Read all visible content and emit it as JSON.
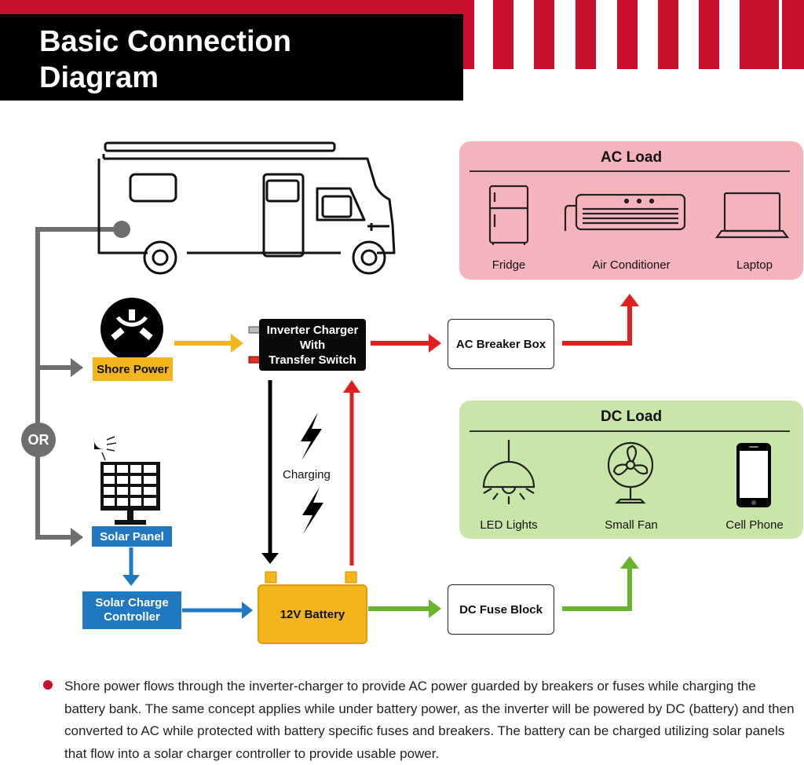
{
  "header": {
    "title": "Basic Connection\nDiagram"
  },
  "colors": {
    "brand_red": "#c8102e",
    "ac_panel": "#f5b3bb",
    "dc_panel": "#c9e6a8",
    "shore_yellow": "#f2b51c",
    "solar_blue": "#1f78c1",
    "dc_green": "#6ab42d",
    "gray_line": "#6e6e6e"
  },
  "ac_load": {
    "title": "AC Load",
    "items": [
      {
        "label": "Fridge",
        "icon": "fridge-icon"
      },
      {
        "label": "Air Conditioner",
        "icon": "air-conditioner-icon"
      },
      {
        "label": "Laptop",
        "icon": "laptop-icon"
      }
    ]
  },
  "dc_load": {
    "title": "DC Load",
    "items": [
      {
        "label": "LED Lights",
        "icon": "led-light-icon"
      },
      {
        "label": "Small Fan",
        "icon": "fan-icon"
      },
      {
        "label": "Cell Phone",
        "icon": "cell-phone-icon"
      }
    ]
  },
  "nodes": {
    "shore_power": "Shore Power",
    "inverter": "Inverter Charger\nWith\nTransfer Switch",
    "ac_breaker_box": "AC Breaker Box",
    "solar_panel": "Solar Panel",
    "solar_charge_controller": "Solar Charge\nController",
    "battery": "12V Battery",
    "dc_fuse_block": "DC Fuse Block",
    "or_label": "OR",
    "charging_label": "Charging"
  },
  "description": "Shore power flows through the inverter-charger to provide AC power guarded by breakers or fuses while charging the battery bank. The same concept applies while under battery power, as the inverter will be powered by DC (battery) and then converted to AC while protected with battery specific fuses and breakers. The battery can be charged utilizing solar panels that flow into a solar charger controller to provide usable power."
}
